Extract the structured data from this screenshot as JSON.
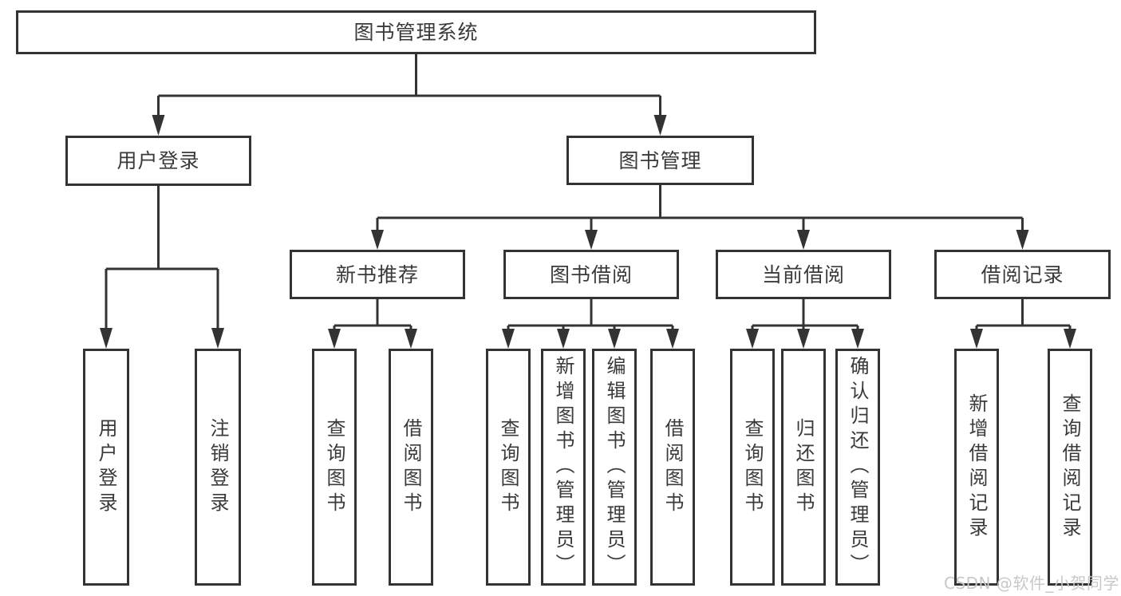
{
  "page": {
    "watermark": "CSDN @软件_小贺同学"
  },
  "colors": {
    "line": "#333333",
    "text": "#3a3a3a",
    "watermark": "#c8c8c8",
    "background": "#ffffff"
  },
  "tree": {
    "root": "图书管理系统",
    "branches": [
      {
        "label": "用户登录",
        "children": [
          "用户登录",
          "注销登录"
        ]
      },
      {
        "label": "图书管理",
        "groups": [
          {
            "label": "新书推荐",
            "children": [
              "查询图书",
              "借阅图书"
            ]
          },
          {
            "label": "图书借阅",
            "children": [
              "查询图书",
              "新增图书（管理员）",
              "编辑图书（管理员）",
              "借阅图书"
            ]
          },
          {
            "label": "当前借阅",
            "children": [
              "查询图书",
              "归还图书",
              "确认归还（管理员）"
            ]
          },
          {
            "label": "借阅记录",
            "children": [
              "新增借阅记录",
              "查询借阅记录"
            ]
          }
        ]
      }
    ]
  }
}
